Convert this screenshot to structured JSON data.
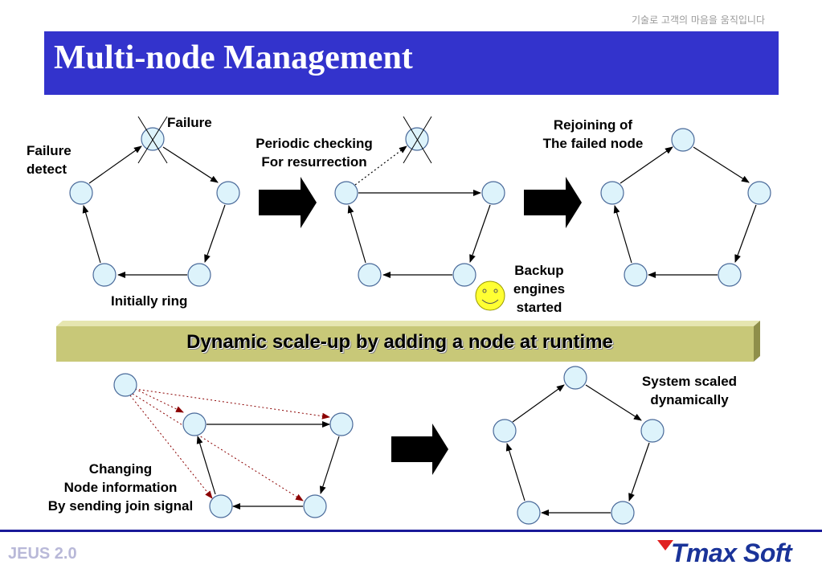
{
  "header": {
    "tagline": "기술로 고객의 마음을 움직입니다",
    "title": "Multi-node Management"
  },
  "labels": {
    "failure": "Failure",
    "failure_detect": "Failure\ndetect",
    "initially_ring": "Initially ring",
    "periodic_checking": "Periodic checking\nFor resurrection",
    "backup_engines": "Backup\nengines\nstarted",
    "rejoining": "Rejoining of\nThe failed node",
    "changing_node_info": "Changing\nNode information\nBy sending join signal",
    "system_scaled": "System scaled\ndynamically"
  },
  "banner": "Dynamic scale-up by adding a node at runtime",
  "footer": {
    "left": "JEUS 2.0",
    "brand": "Tmax Soft"
  },
  "colors": {
    "title_bar": "#3333cc",
    "node_fill": "#ddf3fb",
    "node_stroke": "#4a6a9a",
    "banner_fill": "#c8c878",
    "join_arrow": "#8b0000",
    "brand": "#1a3399",
    "smiley": "#ffff33"
  }
}
